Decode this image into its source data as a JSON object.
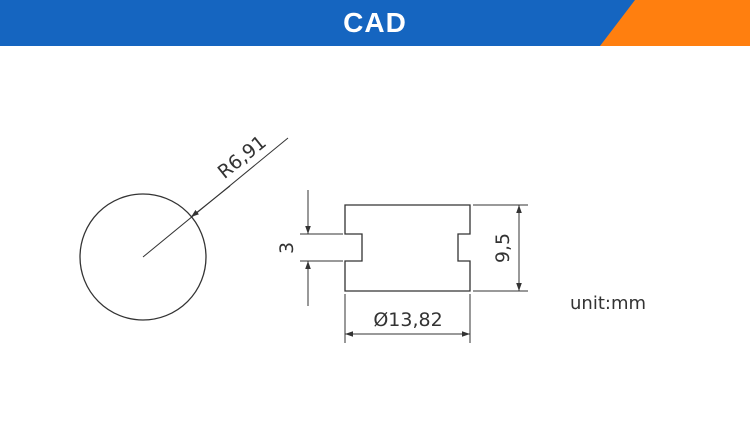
{
  "banner": {
    "title": "CAD",
    "colors": {
      "blue": "#1565c0",
      "orange": "#ff7f0f"
    }
  },
  "drawing": {
    "radius_label": "R6,91",
    "height_label": "9,5",
    "slot_label": "3",
    "diameter_label": "Ø13,82",
    "unit_label": "unit:mm"
  }
}
